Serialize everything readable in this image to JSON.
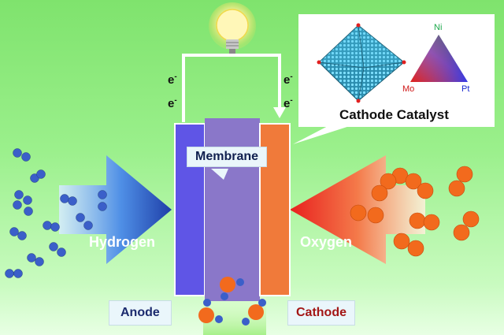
{
  "colors": {
    "background": "#8ff07d",
    "anode": "#5f55e6",
    "membrane": "#8a77c9",
    "cathode": "#f07a3a",
    "hydrogen_molecule": "#3b5fc9",
    "oxygen_molecule": "#f26a1d",
    "cathode_label_text": "#a31616",
    "anode_label_text": "#1b2a6e",
    "catalyst_label_text": "#111111"
  },
  "labels": {
    "hydrogen": "Hydrogen",
    "oxygen": "Oxygen",
    "membrane": "Membrane",
    "anode": "Anode",
    "cathode": "Cathode",
    "catalyst_title": "Cathode Catalyst",
    "electron": "e",
    "electron_sup": "-"
  },
  "ternary": {
    "top": "Ni",
    "left": "Mo",
    "right": "Pt"
  },
  "icons": {
    "bulb": "light-bulb-icon",
    "octahedron": "octahedron-nanoparticle-icon",
    "triangle": "ternary-color-triangle-icon"
  }
}
